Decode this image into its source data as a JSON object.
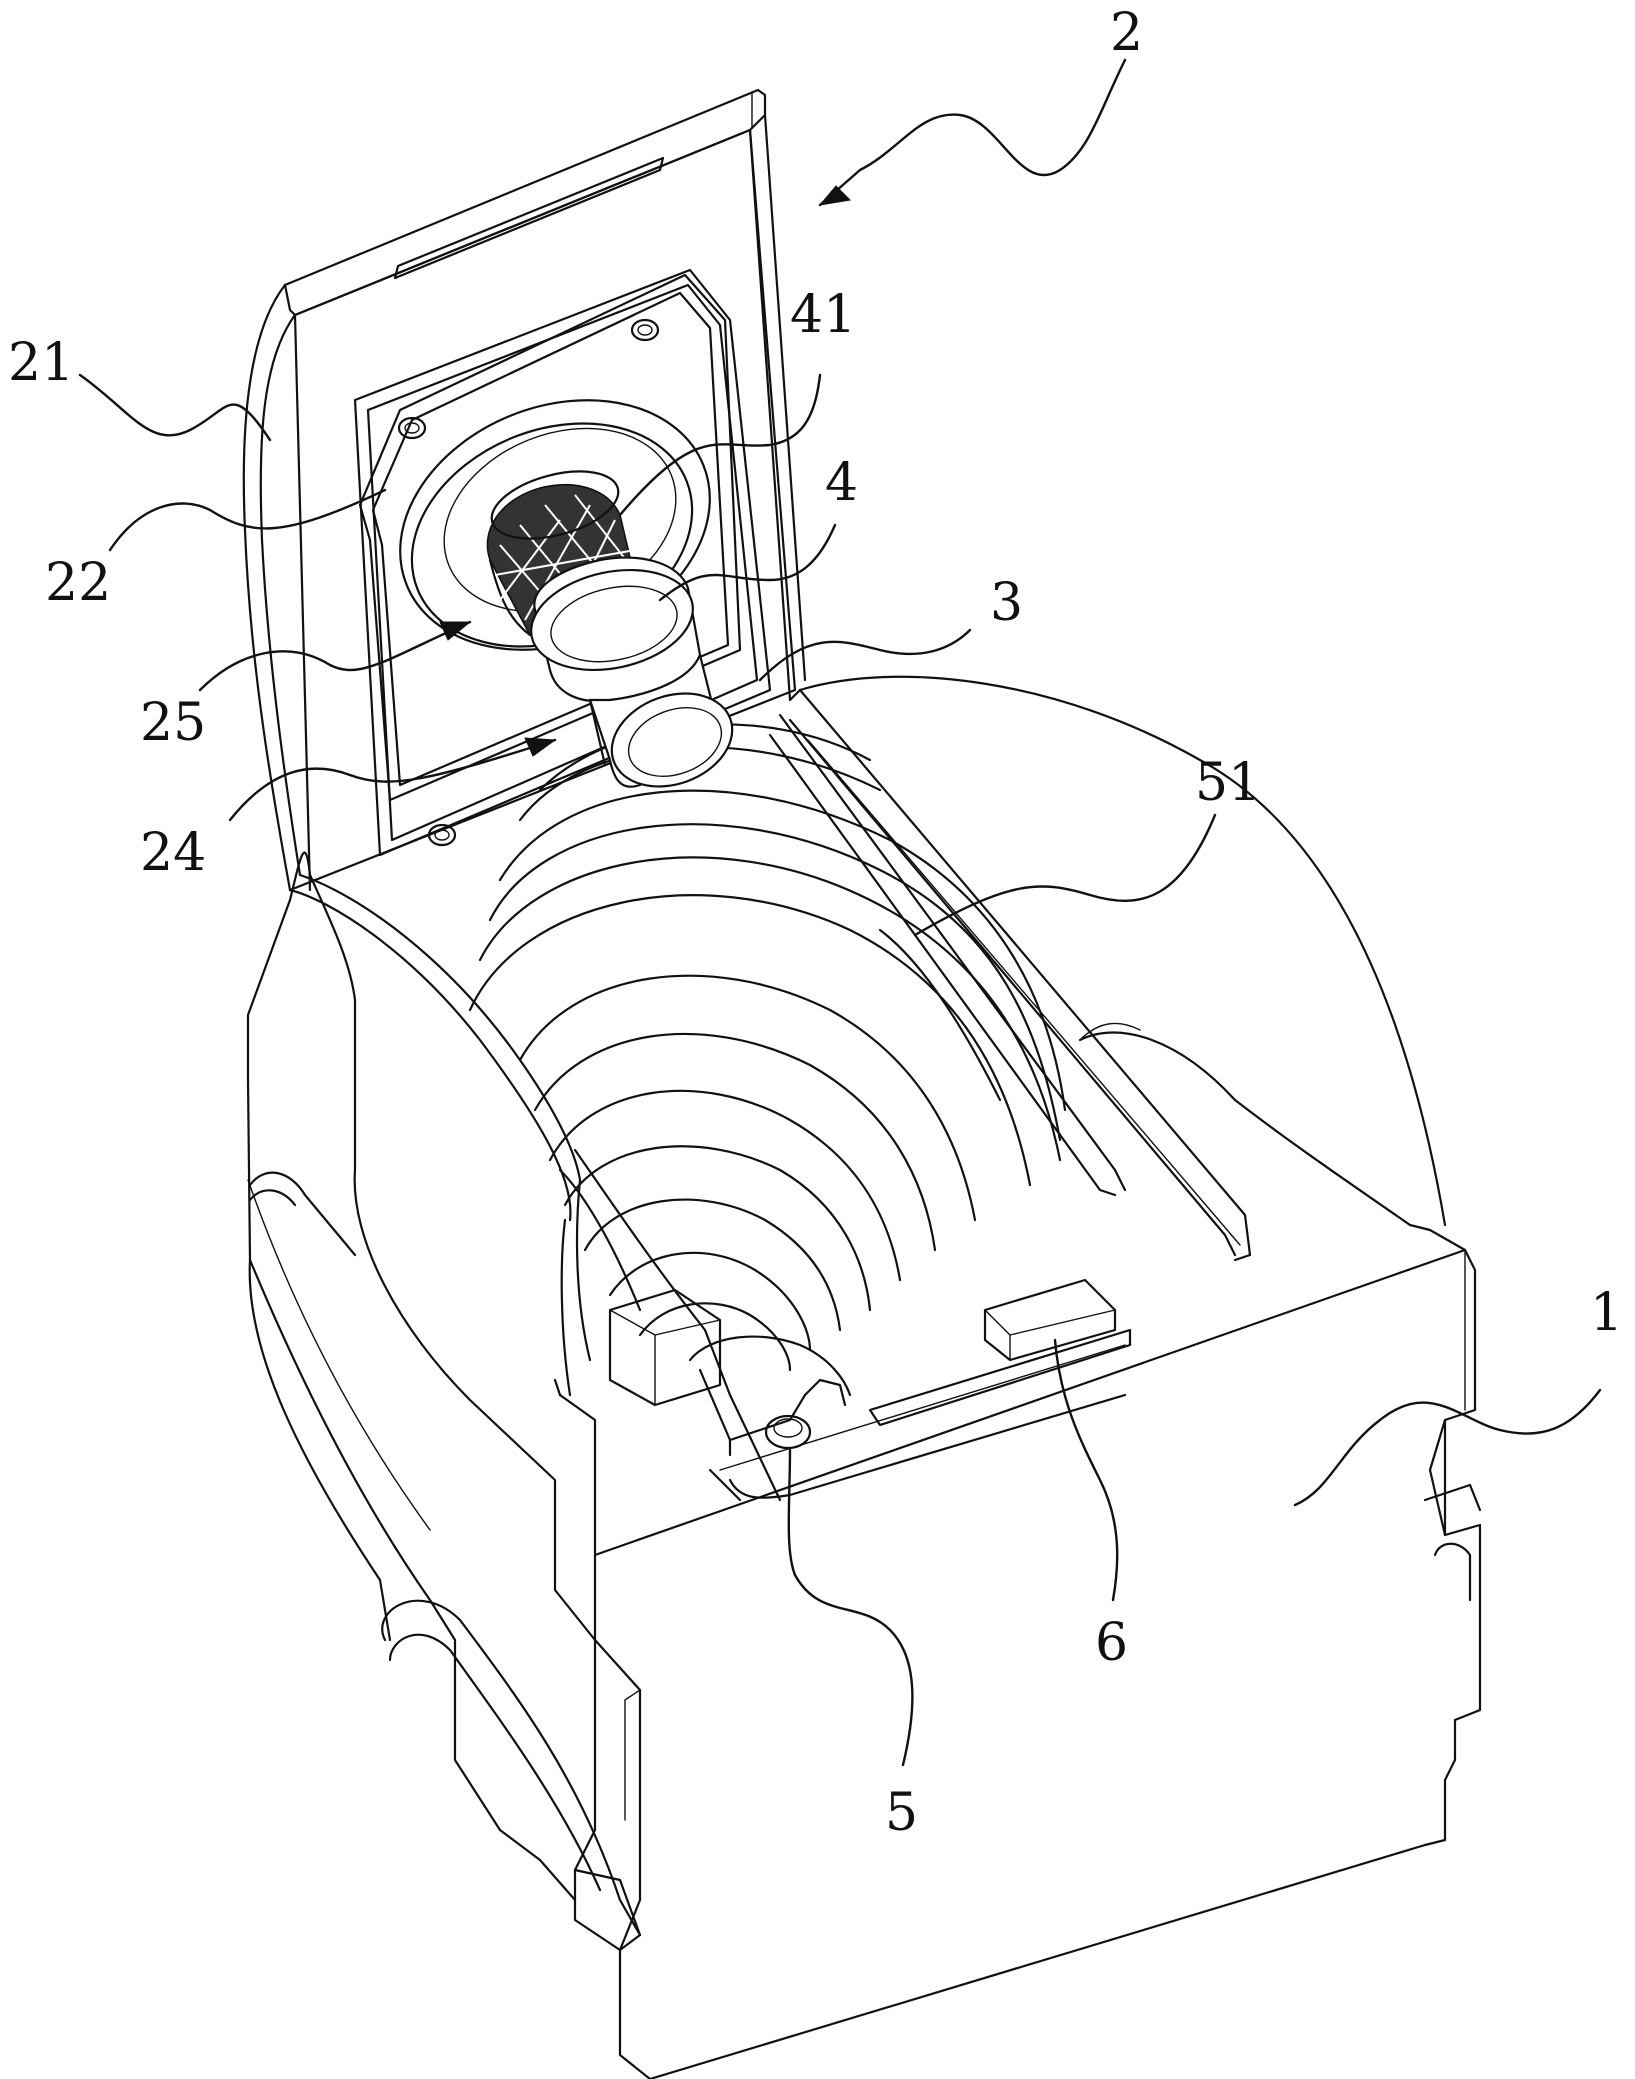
{
  "figure": {
    "labels": {
      "l2": "2",
      "l21": "21",
      "l22": "22",
      "l25": "25",
      "l24": "24",
      "l41": "41",
      "l4": "4",
      "l3": "3",
      "l51": "51",
      "l1": "1",
      "l5": "5",
      "l6": "6"
    }
  }
}
